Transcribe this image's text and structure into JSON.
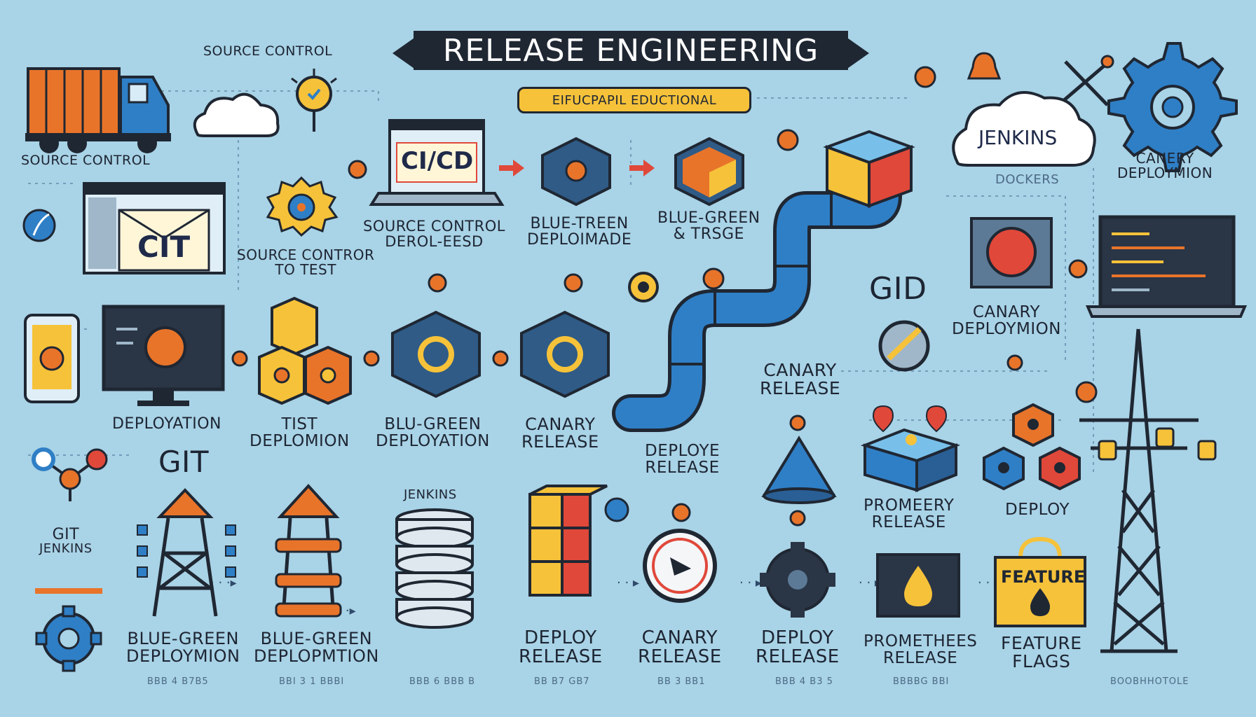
{
  "title": "RELEASE ENGINEERING",
  "subtitle": "EIFUCPAPIL EDUCTIONAL",
  "screen_texts": {
    "cicd": "CI/CD",
    "git": "CIT",
    "jenkins": "JENKINS",
    "feature": "FEATURE"
  },
  "labels": [
    {
      "id": "source-control-top",
      "lines": [
        "SOURCE CONTROL"
      ]
    },
    {
      "id": "source-control-truck",
      "lines": [
        "SOURCE CONTROL"
      ]
    },
    {
      "id": "source-control-test",
      "lines": [
        "SOURCE CONTROR",
        "TO TEST"
      ]
    },
    {
      "id": "source-control-deproleesd",
      "lines": [
        "SOURCE CONTROL",
        "DEROL-EESD"
      ]
    },
    {
      "id": "blue-treen-deploimade",
      "lines": [
        "BLUE-TREEN",
        "DEPLOIMADE"
      ]
    },
    {
      "id": "blue-green-trsge",
      "lines": [
        "BLUE-GREEN",
        "& TRSGE"
      ]
    },
    {
      "id": "dockers",
      "lines": [
        "DOCKERS"
      ]
    },
    {
      "id": "canery-deployment-top",
      "lines": [
        "CANERY",
        "DEPLOYMION"
      ]
    },
    {
      "id": "canary-deployment-right",
      "lines": [
        "CANARY",
        "DEPLOYMION"
      ]
    },
    {
      "id": "gid",
      "lines": [
        "GID"
      ]
    },
    {
      "id": "deployment",
      "lines": [
        "DEPLOYATION"
      ]
    },
    {
      "id": "test-deployment",
      "lines": [
        "TIST",
        "DEPLOMION"
      ]
    },
    {
      "id": "blue-green-deployation",
      "lines": [
        "BLU-GREEN",
        "DEPLOYATION"
      ]
    },
    {
      "id": "canary-release-mid",
      "lines": [
        "CANARY",
        "RELEASE"
      ]
    },
    {
      "id": "canary-release-center",
      "lines": [
        "CANARY",
        "RELEASE"
      ]
    },
    {
      "id": "deploye-release",
      "lines": [
        "DEPLOYE",
        "RELEASE"
      ]
    },
    {
      "id": "git-big",
      "lines": [
        "GIT"
      ]
    },
    {
      "id": "git-jenkins",
      "lines": [
        "GIT",
        "JENKINS"
      ]
    },
    {
      "id": "jenkins-db",
      "lines": [
        "JENKINS"
      ]
    },
    {
      "id": "promeery-release",
      "lines": [
        "PROMEERY",
        "RELEASE"
      ]
    },
    {
      "id": "deploy-right",
      "lines": [
        "DEPLOY"
      ]
    },
    {
      "id": "blue-green-1",
      "lines": [
        "BLUE-GREEN",
        "DEPLOYMION"
      ]
    },
    {
      "id": "blue-green-2",
      "lines": [
        "BLUE-GREEN",
        "DEPLOPMTION"
      ]
    },
    {
      "id": "deploy-release-1",
      "lines": [
        "DEPLOY",
        "RELEASE"
      ]
    },
    {
      "id": "canary-release-bottom",
      "lines": [
        "CANARY",
        "RELEASE"
      ]
    },
    {
      "id": "deploy-release-2",
      "lines": [
        "DEPLOY",
        "RELEASE"
      ]
    },
    {
      "id": "promethees-release",
      "lines": [
        "PROMETHEES",
        "RELEASE"
      ]
    },
    {
      "id": "feature-flags",
      "lines": [
        "FEATURE",
        "FLAGS"
      ]
    }
  ],
  "serials": [
    "BBB 4 B7B5",
    "BBI 3 1 BBBI",
    "BBB 6 BBB B",
    "BB B7 GB7",
    "BB 3 BB1",
    "BBB 4 B3 5",
    "BBBBG BBI",
    "BOOBHHOTOLE"
  ],
  "colors": {
    "background": "#a9d3e6",
    "navy": "#1f2733",
    "blue": "#2f7fc6",
    "orange": "#e8742a",
    "yellow": "#f6c23a",
    "red": "#e0483a"
  }
}
